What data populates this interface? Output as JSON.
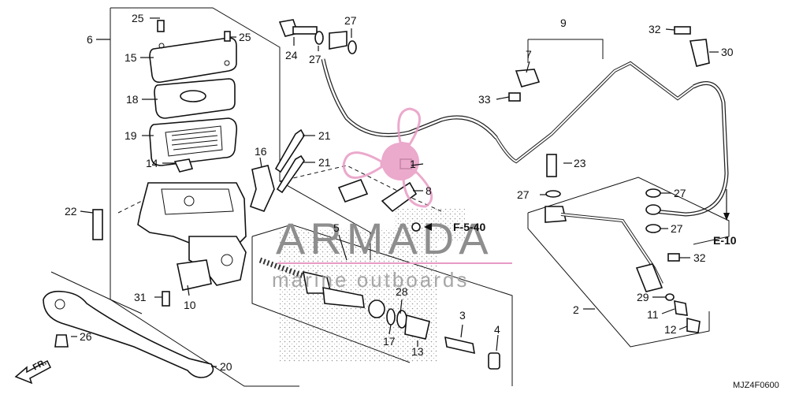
{
  "diagram": {
    "part_labels": [
      "1",
      "2",
      "3",
      "4",
      "5",
      "6",
      "7",
      "8",
      "9",
      "10",
      "11",
      "12",
      "13",
      "14",
      "15",
      "16",
      "17",
      "18",
      "19",
      "20",
      "21",
      "21",
      "22",
      "23",
      "24",
      "25",
      "25",
      "26",
      "27",
      "27",
      "27",
      "27",
      "27",
      "28",
      "29",
      "30",
      "31",
      "32",
      "32",
      "33"
    ],
    "ref_labels": [
      "F-5-40",
      "E-10"
    ],
    "front_marker": "FR.",
    "diagram_code": "MJZ4F0600"
  },
  "watermark": {
    "brand": "ARMADA",
    "tagline": "marine outboards",
    "logo_color": "#e89bc4",
    "text_color": "#8e8e8e"
  }
}
